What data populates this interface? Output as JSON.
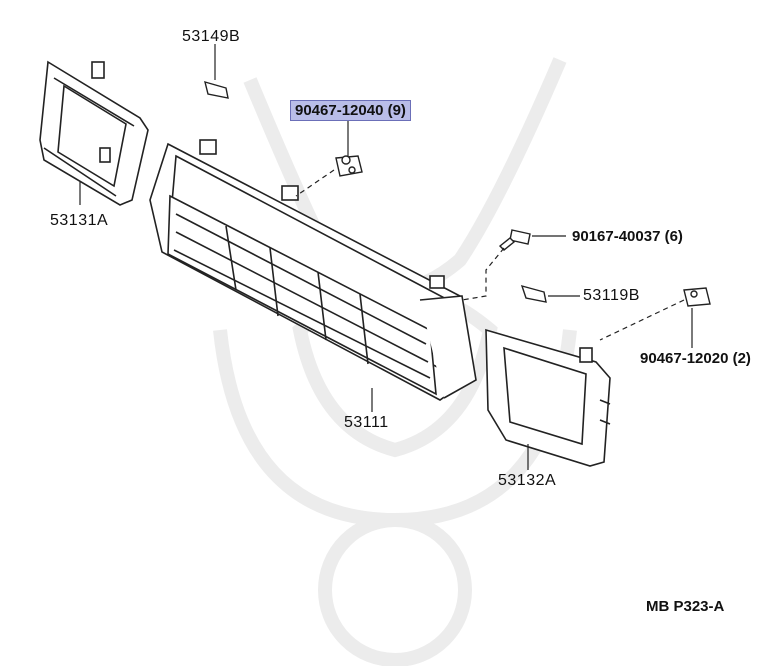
{
  "parts": {
    "p53149B": "53149B",
    "p90467_12040": "90467-12040 (9)",
    "p53131A": "53131A",
    "p90167_40037": "90167-40037 (6)",
    "p53119B": "53119B",
    "p90467_12020": "90467-12020 (2)",
    "p53111": "53111",
    "p53132A": "53132A"
  },
  "diagram_code": "MB  P323-A",
  "colors": {
    "highlight_fill": "#b9bde8",
    "highlight_border": "#6b6fb8",
    "line": "#222222",
    "watermark": "#eeeeee"
  }
}
